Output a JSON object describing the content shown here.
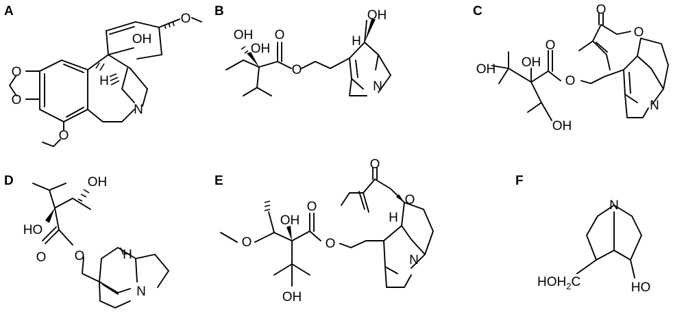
{
  "panels": [
    {
      "letter": "A",
      "atoms": {
        "o1": "O",
        "o2": "O",
        "o3": "O",
        "o4": "O",
        "oh": "OH",
        "h": "H",
        "n": "N"
      }
    },
    {
      "letter": "B",
      "atoms": {
        "oh_top": "OH",
        "h": "H",
        "n": "N",
        "oh1": "OH",
        "oh2": "OH",
        "o_carb": "O",
        "o_est": "O"
      }
    },
    {
      "letter": "C",
      "atoms": {
        "o_carb1": "O",
        "o_ring": "O",
        "oh1": "OH",
        "oh2": "OH",
        "o_carb2": "O",
        "o_est": "O",
        "n": "N",
        "oh3": "OH"
      }
    },
    {
      "letter": "D",
      "atoms": {
        "oh1": "OH",
        "ho": "HO",
        "o_carb": "O",
        "o_est": "O",
        "h": "H",
        "n": "N"
      }
    },
    {
      "letter": "E",
      "atoms": {
        "o_carb1": "O",
        "o_ring": "O",
        "o_me": "O",
        "oh1": "OH",
        "o_carb2": "O",
        "o_est": "O",
        "h": "H",
        "n": "N",
        "oh2": "OH"
      }
    },
    {
      "letter": "F",
      "atoms": {
        "n": "N",
        "hoh2c": "HOH",
        "sub2": "2",
        "c": "C",
        "ho": "HO"
      }
    }
  ]
}
